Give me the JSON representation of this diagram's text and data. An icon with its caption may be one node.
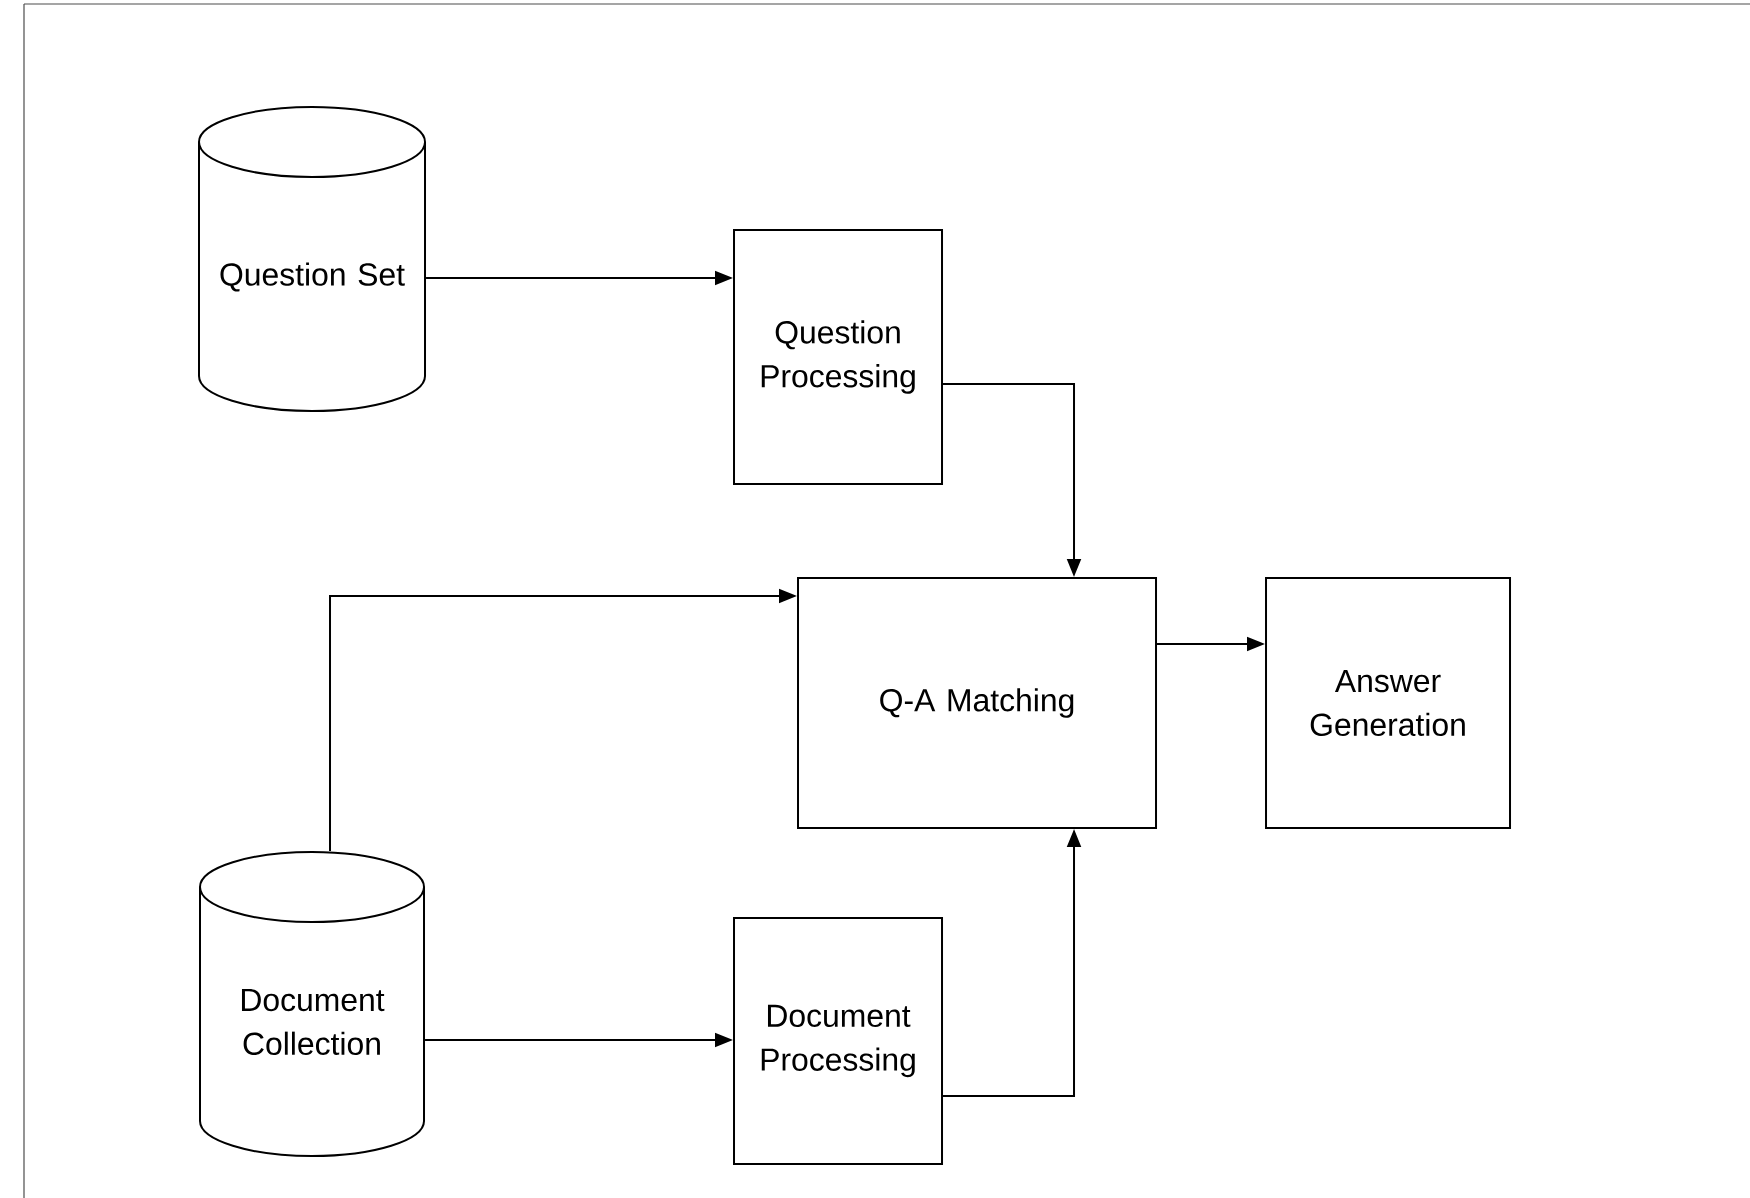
{
  "diagram": {
    "nodes": [
      {
        "text": [
          "Question Set"
        ]
      },
      {
        "text": [
          "Question Processing"
        ]
      },
      {
        "text": [
          "Q-A Matching"
        ]
      },
      {
        "text": [
          "Answer Generation"
        ]
      },
      {
        "text": [
          "Document Collection"
        ]
      },
      {
        "text": [
          "Document Processing"
        ]
      }
    ],
    "edges": [
      {
        "from": 0,
        "to": 1,
        "arrow": "to"
      },
      {
        "from": 1,
        "to": 2,
        "arrow": "to"
      },
      {
        "from": 4,
        "to": 2,
        "arrow": "to"
      },
      {
        "from": 2,
        "to": 3,
        "arrow": "to"
      },
      {
        "from": 4,
        "to": 5,
        "arrow": "to"
      },
      {
        "from": 5,
        "to": 2,
        "arrow": "to"
      }
    ]
  }
}
